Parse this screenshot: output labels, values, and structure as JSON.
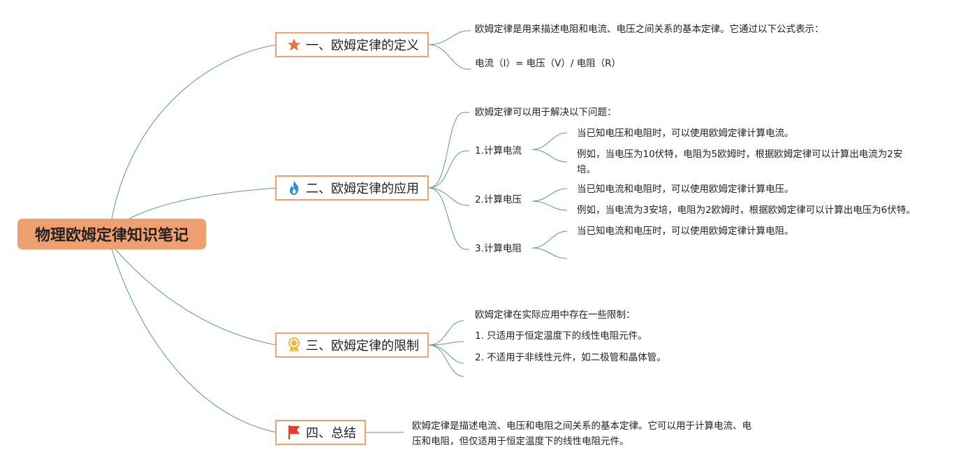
{
  "root": {
    "title": "物理欧姆定律知识笔记"
  },
  "branches": [
    {
      "label": "一、欧姆定律的定义",
      "icon": "star-icon",
      "items": [
        "欧姆定律是用来描述电阻和电流、电压之间关系的基本定律。它通过以下公式表示：",
        "电流（I）= 电压（V）/ 电阻（R）"
      ]
    },
    {
      "label": "二、欧姆定律的应用",
      "icon": "fire-icon",
      "intro": "欧姆定律可以用于解决以下问题：",
      "subs": [
        {
          "label": "1.计算电流",
          "items": [
            "当已知电压和电阻时，可以使用欧姆定律计算电流。",
            "例如，当电压为10伏特，电阻为5欧姆时，根据欧姆定律可以计算出电流为2安培。"
          ]
        },
        {
          "label": "2.计算电压",
          "items": [
            "当已知电流和电阻时，可以使用欧姆定律计算电压。",
            "例如，当电流为3安培，电阻为2欧姆时，根据欧姆定律可以计算出电压为6伏特。"
          ]
        },
        {
          "label": "3.计算电阻",
          "items": [
            "当已知电流和电压时，可以使用欧姆定律计算电阻。"
          ]
        }
      ]
    },
    {
      "label": "三、欧姆定律的限制",
      "icon": "medal-icon",
      "items": [
        "欧姆定律在实际应用中存在一些限制：",
        "1. 只适用于恒定温度下的线性电阻元件。",
        "2. 不适用于非线性元件，如二极管和晶体管。"
      ]
    },
    {
      "label": "四、总结",
      "icon": "flag-icon",
      "items": [
        "欧姆定律是描述电流、电压和电阻之间关系的基本定律。它可以用于计算电流、电压和电阻，但仅适用于恒定温度下的线性电阻元件。"
      ]
    }
  ],
  "colors": {
    "root_fill": "#f0a070",
    "branch_border": "#f0a070",
    "connector": "#5b9a86",
    "star": "#e8743b",
    "fire": "#2e8fd6",
    "medal": "#e8b830",
    "flag": "#e83a2a"
  }
}
